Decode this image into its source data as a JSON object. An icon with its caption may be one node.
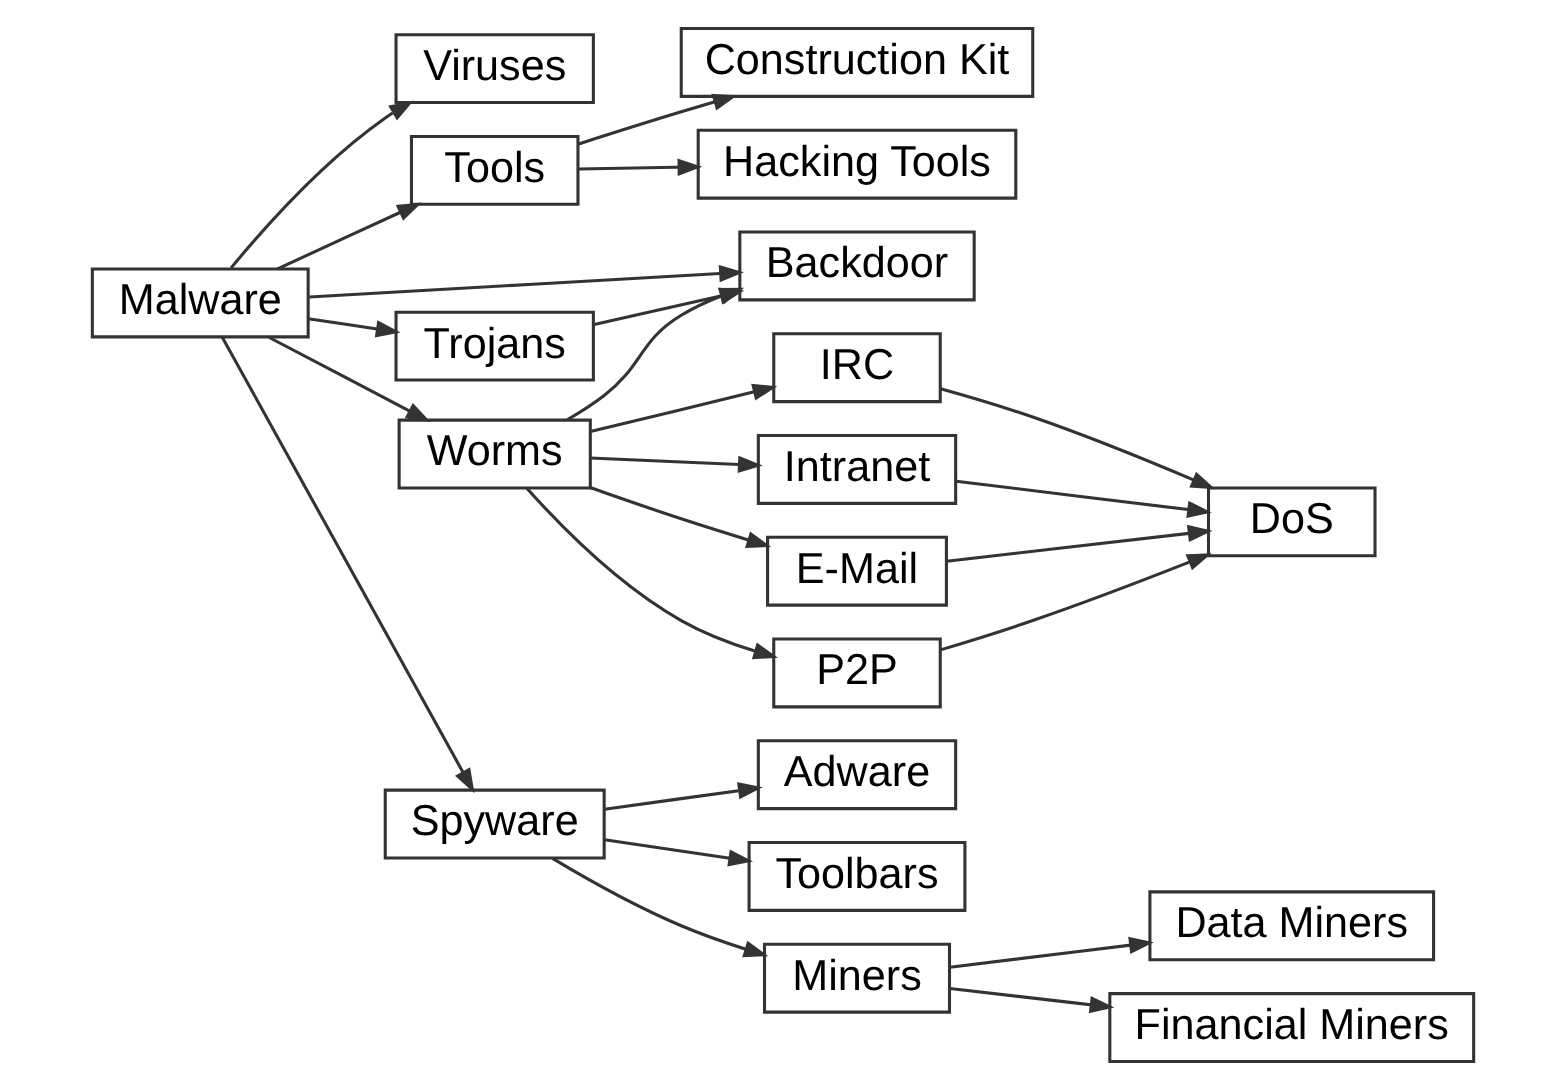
{
  "diagram": {
    "nodes": [
      {
        "text": [
          "Malware"
        ]
      },
      {
        "text": [
          "Viruses"
        ]
      },
      {
        "text": [
          "Tools"
        ]
      },
      {
        "text": [
          "Construction Kit"
        ]
      },
      {
        "text": [
          "Hacking Tools"
        ]
      },
      {
        "text": [
          "Backdoor"
        ]
      },
      {
        "text": [
          "Trojans"
        ]
      },
      {
        "text": [
          "Worms"
        ]
      },
      {
        "text": [
          "Spyware"
        ]
      },
      {
        "text": [
          "Adware"
        ]
      },
      {
        "text": [
          "Toolbars"
        ]
      },
      {
        "text": [
          "Miners"
        ]
      },
      {
        "text": [
          "IRC"
        ]
      },
      {
        "text": [
          "Intranet"
        ]
      },
      {
        "text": [
          "E-Mail"
        ]
      },
      {
        "text": [
          "P2P"
        ]
      },
      {
        "text": [
          "DoS"
        ]
      },
      {
        "text": [
          "Data Miners"
        ]
      },
      {
        "text": [
          "Financial Miners"
        ]
      }
    ],
    "edges": [
      {
        "from": 0,
        "to": 1,
        "arrow": "to"
      },
      {
        "from": 0,
        "to": 2,
        "arrow": "to"
      },
      {
        "from": 0,
        "to": 5,
        "arrow": "to"
      },
      {
        "from": 0,
        "to": 6,
        "arrow": "to"
      },
      {
        "from": 0,
        "to": 7,
        "arrow": "to"
      },
      {
        "from": 0,
        "to": 8,
        "arrow": "to"
      },
      {
        "from": 2,
        "to": 3,
        "arrow": "to"
      },
      {
        "from": 2,
        "to": 4,
        "arrow": "to"
      },
      {
        "from": 6,
        "to": 5,
        "arrow": "to"
      },
      {
        "from": 7,
        "to": 5,
        "arrow": "to"
      },
      {
        "from": 7,
        "to": 12,
        "arrow": "to"
      },
      {
        "from": 7,
        "to": 13,
        "arrow": "to"
      },
      {
        "from": 7,
        "to": 14,
        "arrow": "to"
      },
      {
        "from": 7,
        "to": 15,
        "arrow": "to"
      },
      {
        "from": 12,
        "to": 16,
        "arrow": "to"
      },
      {
        "from": 13,
        "to": 16,
        "arrow": "to"
      },
      {
        "from": 14,
        "to": 16,
        "arrow": "to"
      },
      {
        "from": 15,
        "to": 16,
        "arrow": "to"
      },
      {
        "from": 8,
        "to": 9,
        "arrow": "to"
      },
      {
        "from": 8,
        "to": 10,
        "arrow": "to"
      },
      {
        "from": 8,
        "to": 11,
        "arrow": "to"
      },
      {
        "from": 11,
        "to": 17,
        "arrow": "to"
      },
      {
        "from": 11,
        "to": 18,
        "arrow": "to"
      }
    ]
  }
}
